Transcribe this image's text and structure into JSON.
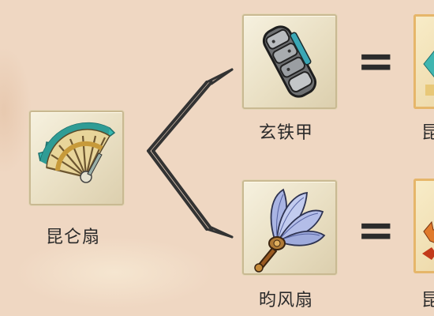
{
  "recipe": {
    "source": {
      "name": "昆仑扇",
      "icon": "golden-fan-icon"
    },
    "branches": [
      {
        "ingredient": {
          "name": "玄铁甲",
          "icon": "iron-gauntlet-icon"
        },
        "operator": "=",
        "result": {
          "name": "昆",
          "icon": "result-fan-icon"
        }
      },
      {
        "ingredient": {
          "name": "昀风扇",
          "icon": "feather-fan-icon"
        },
        "operator": "=",
        "result": {
          "name": "昆",
          "icon": "result-fan-icon"
        }
      }
    ]
  },
  "colors": {
    "background": "#efd7c2",
    "slot_border": "#c9b992",
    "result_border": "#e6b66a",
    "text": "#2a2a2a"
  }
}
